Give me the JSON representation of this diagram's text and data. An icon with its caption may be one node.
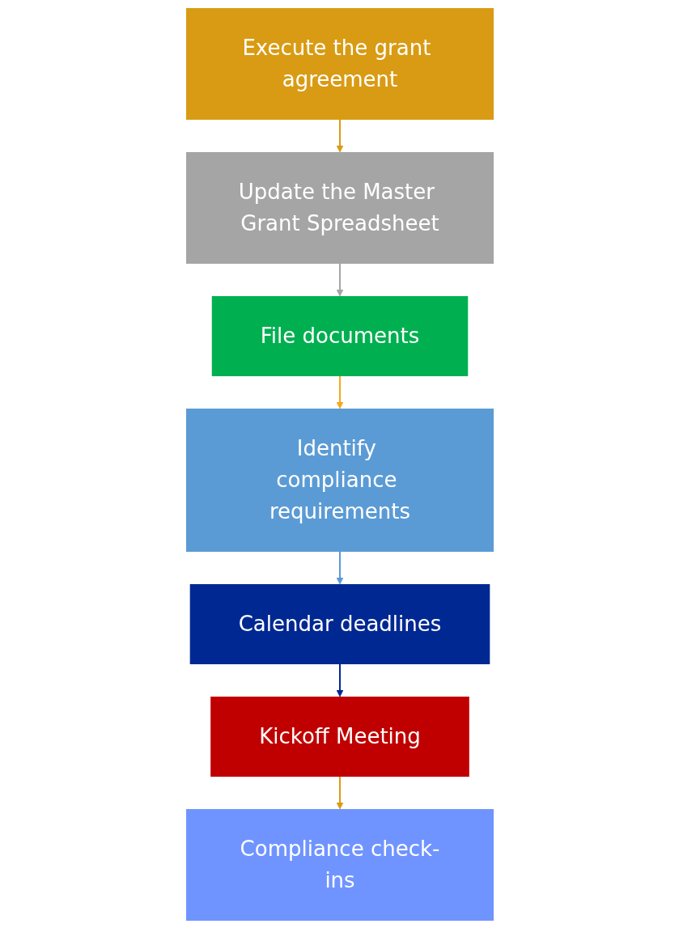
{
  "diagram": {
    "nodes": [
      {
        "text": [
          "Execute the grant agreement"
        ]
      },
      {
        "text": [
          "Update the Master Grant Spreadsheet"
        ]
      },
      {
        "text": [
          "File documents"
        ]
      },
      {
        "text": [
          "Identify compliance requirements"
        ]
      },
      {
        "text": [
          "Calendar deadlines"
        ]
      },
      {
        "text": [
          "Kickoff Meeting"
        ]
      },
      {
        "text": [
          "Compliance check-ins"
        ]
      }
    ],
    "edges": [
      {
        "from": 0,
        "to": 1,
        "arrow": "to",
        "color": "#d99b13"
      },
      {
        "from": 1,
        "to": 2,
        "arrow": "to",
        "color": "#a5a5a5"
      },
      {
        "from": 2,
        "to": 3,
        "arrow": "to",
        "color": "#f5a81c"
      },
      {
        "from": 3,
        "to": 4,
        "arrow": "to",
        "color": "#5b9bd5"
      },
      {
        "from": 4,
        "to": 5,
        "arrow": "to",
        "color": "#002893"
      },
      {
        "from": 5,
        "to": 6,
        "arrow": "to",
        "color": "#d99b13"
      }
    ]
  }
}
